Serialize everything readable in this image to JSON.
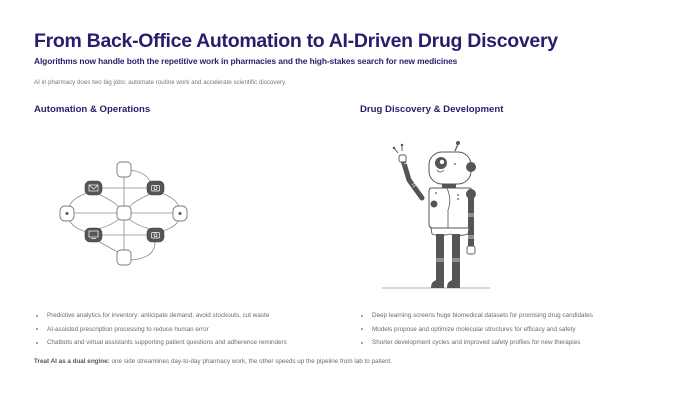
{
  "header": {
    "title": "From Back-Office Automation to AI-Driven Drug Discovery",
    "subtitle": "Algorithms now handle both the repetitive work in pharmacies and the high-stakes search for new medicines",
    "intro": "AI in pharmacy does two big jobs: automate routine work and accelerate scientific discovery."
  },
  "columns": {
    "left": {
      "heading": "Automation & Operations",
      "illustration": "network-diagram",
      "bullets": [
        "Predictive analytics for inventory: anticipate demand, avoid stockouts, cut waste",
        "AI-assisted prescription processing to reduce human error",
        "Chatbots and virtual assistants supporting patient questions and adherence reminders"
      ]
    },
    "right": {
      "heading": "Drug Discovery & Development",
      "illustration": "waving-robot",
      "bullets": [
        "Deep learning screens huge biomedical datasets for promising drug candidates",
        "Models propose and optimize molecular structures for efficacy and safety",
        "Shorter development cycles and improved safety profiles for new therapies"
      ]
    }
  },
  "footer": {
    "lead": "Treat AI as a dual engine:",
    "text": " one side streamlines day-to-day pharmacy work, the other speeds up the pipeline from lab to patient."
  },
  "colors": {
    "heading": "#2b1d6b",
    "body_text": "#6b6b6b",
    "illustration_dark": "#555555",
    "illustration_line": "#8a8a8a"
  }
}
